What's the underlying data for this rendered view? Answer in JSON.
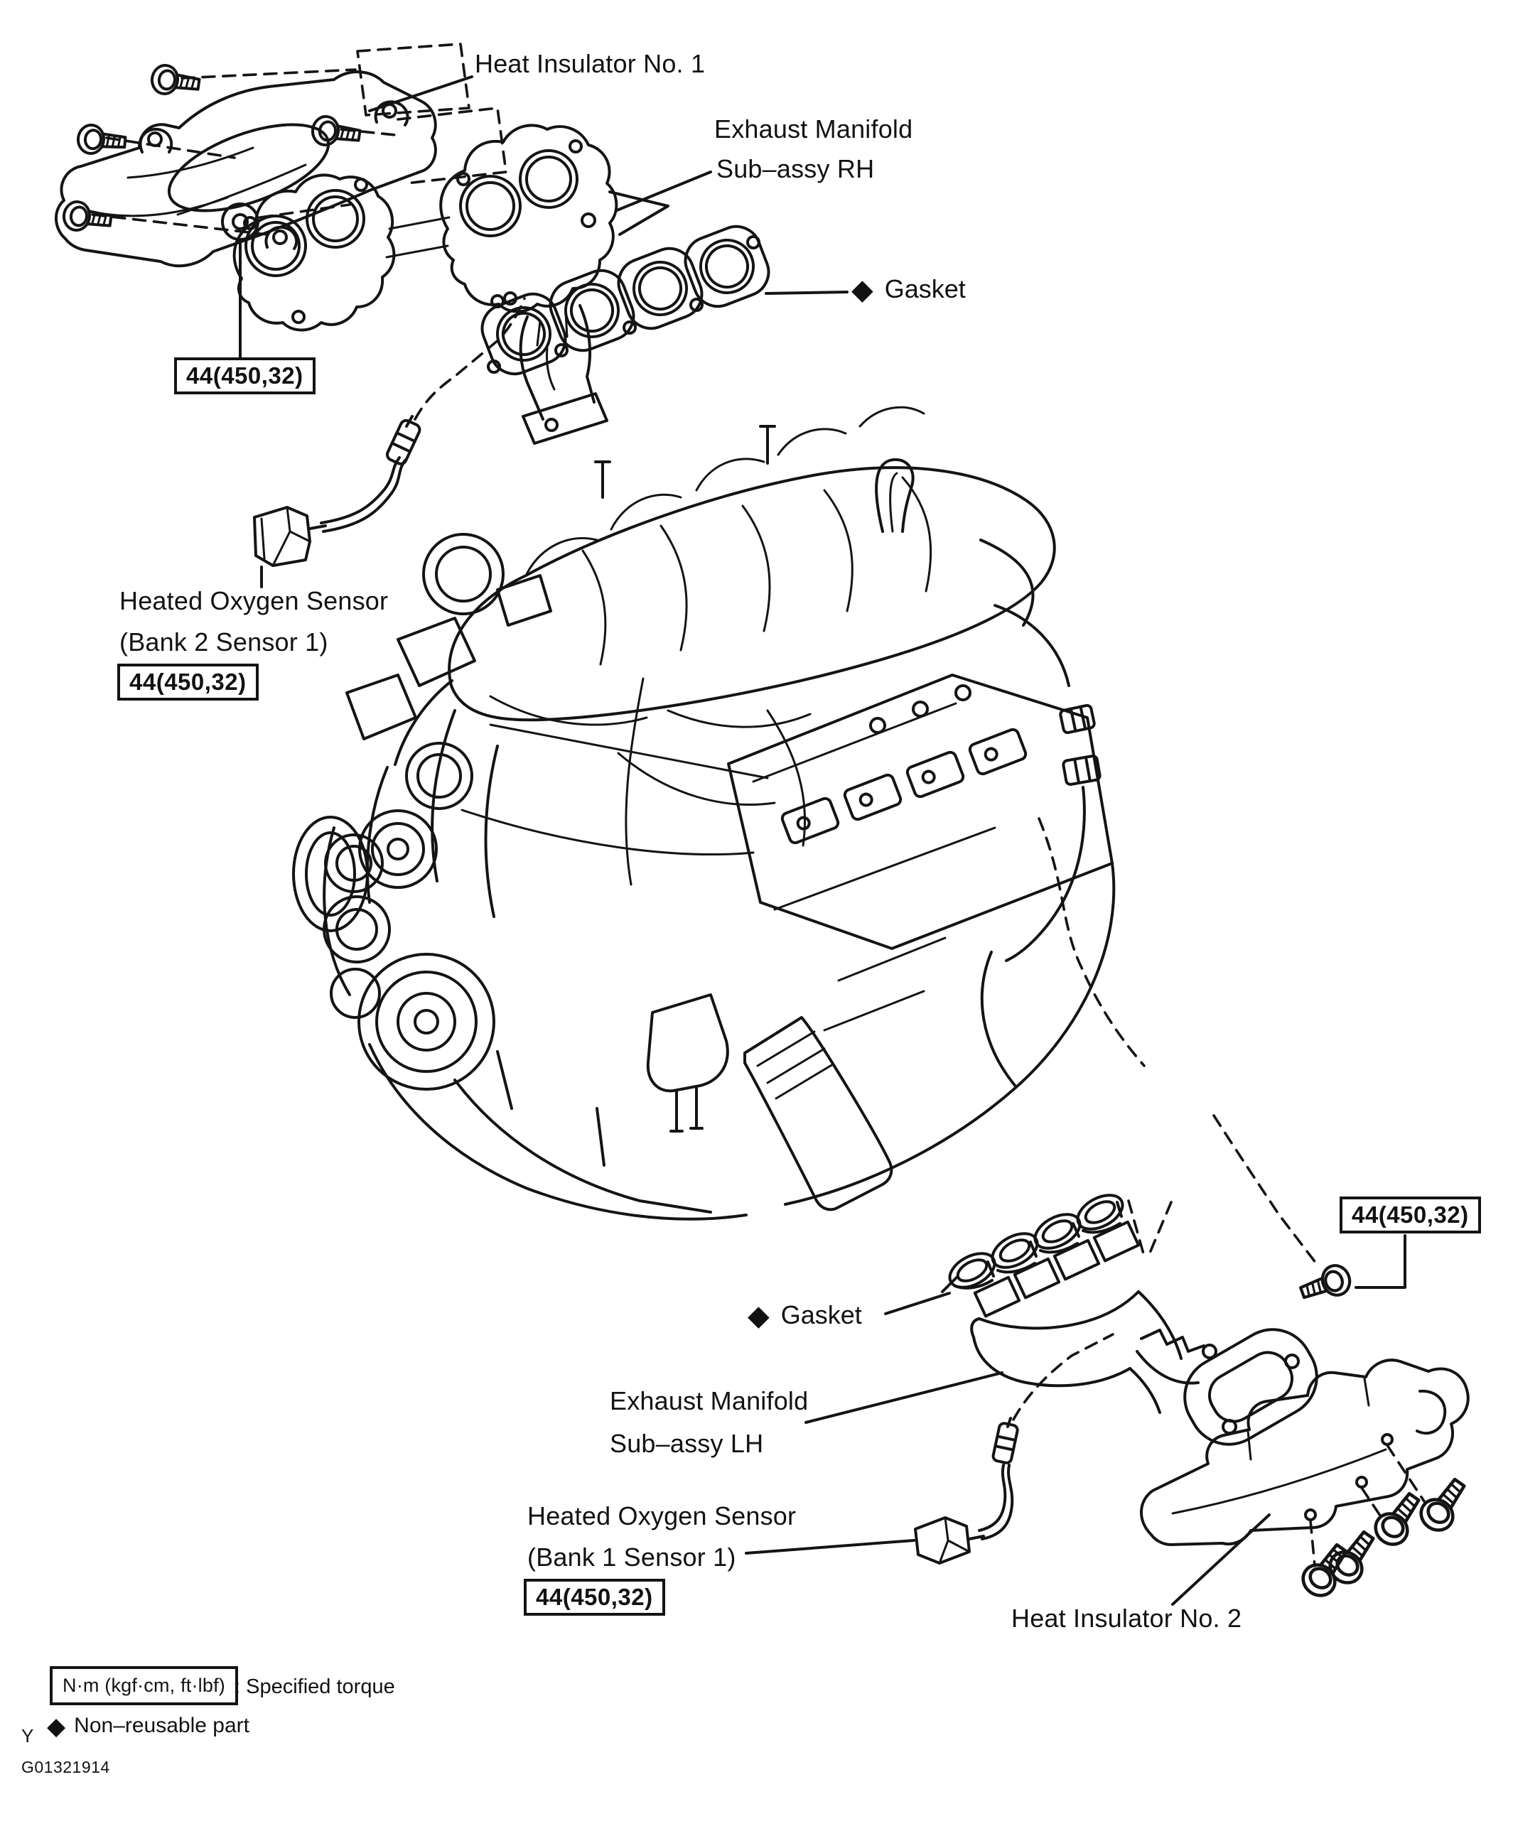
{
  "page": {
    "background": "#ffffff",
    "ink": "#141414"
  },
  "labels": {
    "heat_insulator_1": "Heat Insulator No. 1",
    "exhaust_manifold_rh_line1": "Exhaust Manifold",
    "exhaust_manifold_rh_line2": "Sub–assy RH",
    "gasket_rh": "Gasket",
    "heated_oxygen_sensor_b2_line1": "Heated Oxygen Sensor",
    "heated_oxygen_sensor_b2_line2": "(Bank 2 Sensor 1)",
    "gasket_lh": "Gasket",
    "exhaust_manifold_lh_line1": "Exhaust Manifold",
    "exhaust_manifold_lh_line2": "Sub–assy LH",
    "heated_oxygen_sensor_b1_line1": "Heated Oxygen Sensor",
    "heated_oxygen_sensor_b1_line2": "(Bank 1 Sensor 1)",
    "heat_insulator_2": "Heat Insulator No. 2"
  },
  "torque": {
    "rh_manifold_nut": "44(450,32)",
    "b2_sensor": "44(450,32)",
    "lh_manifold_bolt": "44(450,32)",
    "b1_sensor": "44(450,32)"
  },
  "legend": {
    "diamond": "◆",
    "torque_units": "N·m (kgf·cm, ft·lbf)",
    "torque_meaning": ": Specified torque",
    "non_reusable": "Non–reusable part"
  },
  "footer": {
    "page_marker": "Y",
    "figure_code": "G01321914"
  }
}
